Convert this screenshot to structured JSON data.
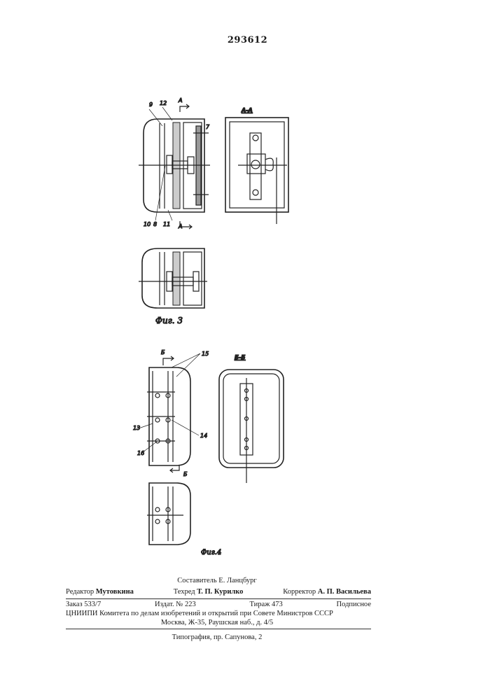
{
  "patent_number": "293612",
  "figures": {
    "fig3": {
      "caption": "Фиг. 3",
      "section_mark": "А",
      "section_title": "А-А",
      "labels": [
        "9",
        "12",
        "7",
        "10",
        "8",
        "11"
      ]
    },
    "fig4": {
      "caption": "Фиг.4",
      "section_mark": "Б",
      "section_title": "Б-Б",
      "labels": [
        "15",
        "13",
        "14",
        "16"
      ]
    }
  },
  "colophon": {
    "compiler": "Составитель Е. Ланцбург",
    "editor_label": "Редактор",
    "editor": "Мутовкина",
    "techred_label": "Техред",
    "techred": "Т. П. Курилко",
    "corrector_label": "Корректор",
    "corrector": "А. П. Васильева",
    "order": "Заказ 533/7",
    "publ": "Издат. № 223",
    "circulation": "Тираж 473",
    "subscription": "Подписное",
    "org": "ЦНИИПИ Комитета по делам изобретений и открытий при Совете Министров СССР",
    "address": "Москва, Ж-35, Раушская наб., д. 4/5",
    "printing": "Типография, пр. Сапунова, 2"
  }
}
